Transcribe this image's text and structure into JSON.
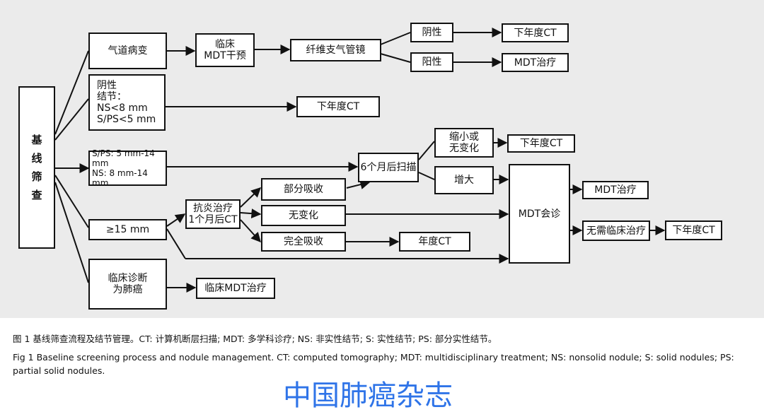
{
  "nodes": {
    "start": "基\n线\n筛\n查",
    "airway": "气道病变",
    "clinical_mdt": "临床\nMDT干预",
    "bronchoscopy": "纤维支气管镜",
    "negative": "阴性",
    "positive": "阳性",
    "next_ct_top": "下年度CT",
    "mdt_treat_top": "MDT治疗",
    "neg_nodule": "阴性\n结节：\n  NS<8 mm\n  S/PS<5 mm",
    "next_ct_neg": "下年度CT",
    "mid_nodule": "S/PS: 5 mm-14 mm\nNS: 8 mm-14 mm",
    "scan_6m": "6个月后扫描",
    "shrink": "缩小或\n无变化",
    "next_ct_shrink": "下年度CT",
    "enlarge": "增大",
    "ge15": "≥15 mm",
    "anti_inflam": "抗炎治疗\n1个月后CT",
    "partial_abs": "部分吸收",
    "no_change": "无变化",
    "full_abs": "完全吸收",
    "annual_ct": "年度CT",
    "mdt_consult": "MDT会诊",
    "mdt_treat_right": "MDT治疗",
    "no_clinical": "无需临床治疗",
    "next_ct_right": "下年度CT",
    "lung_cancer": "临床诊断\n为肺癌",
    "clinical_mdt_treat": "临床MDT治疗"
  },
  "caption": {
    "cn": "图 1  基线筛查流程及结节管理。CT: 计算机断层扫描; MDT: 多学科诊疗; NS: 非实性结节; S: 实性结节; PS: 部分实性结节。",
    "en": "Fig 1  Baseline screening process and nodule management. CT: computed tomography; MDT: multidisciplinary treatment; NS: nonsolid nodule; S: solid nodules; PS: partial solid nodules."
  },
  "watermark": "中国肺癌杂志",
  "colors": {
    "background": "#ebebeb",
    "stroke": "#111111",
    "watermark": "#2f74e8"
  }
}
